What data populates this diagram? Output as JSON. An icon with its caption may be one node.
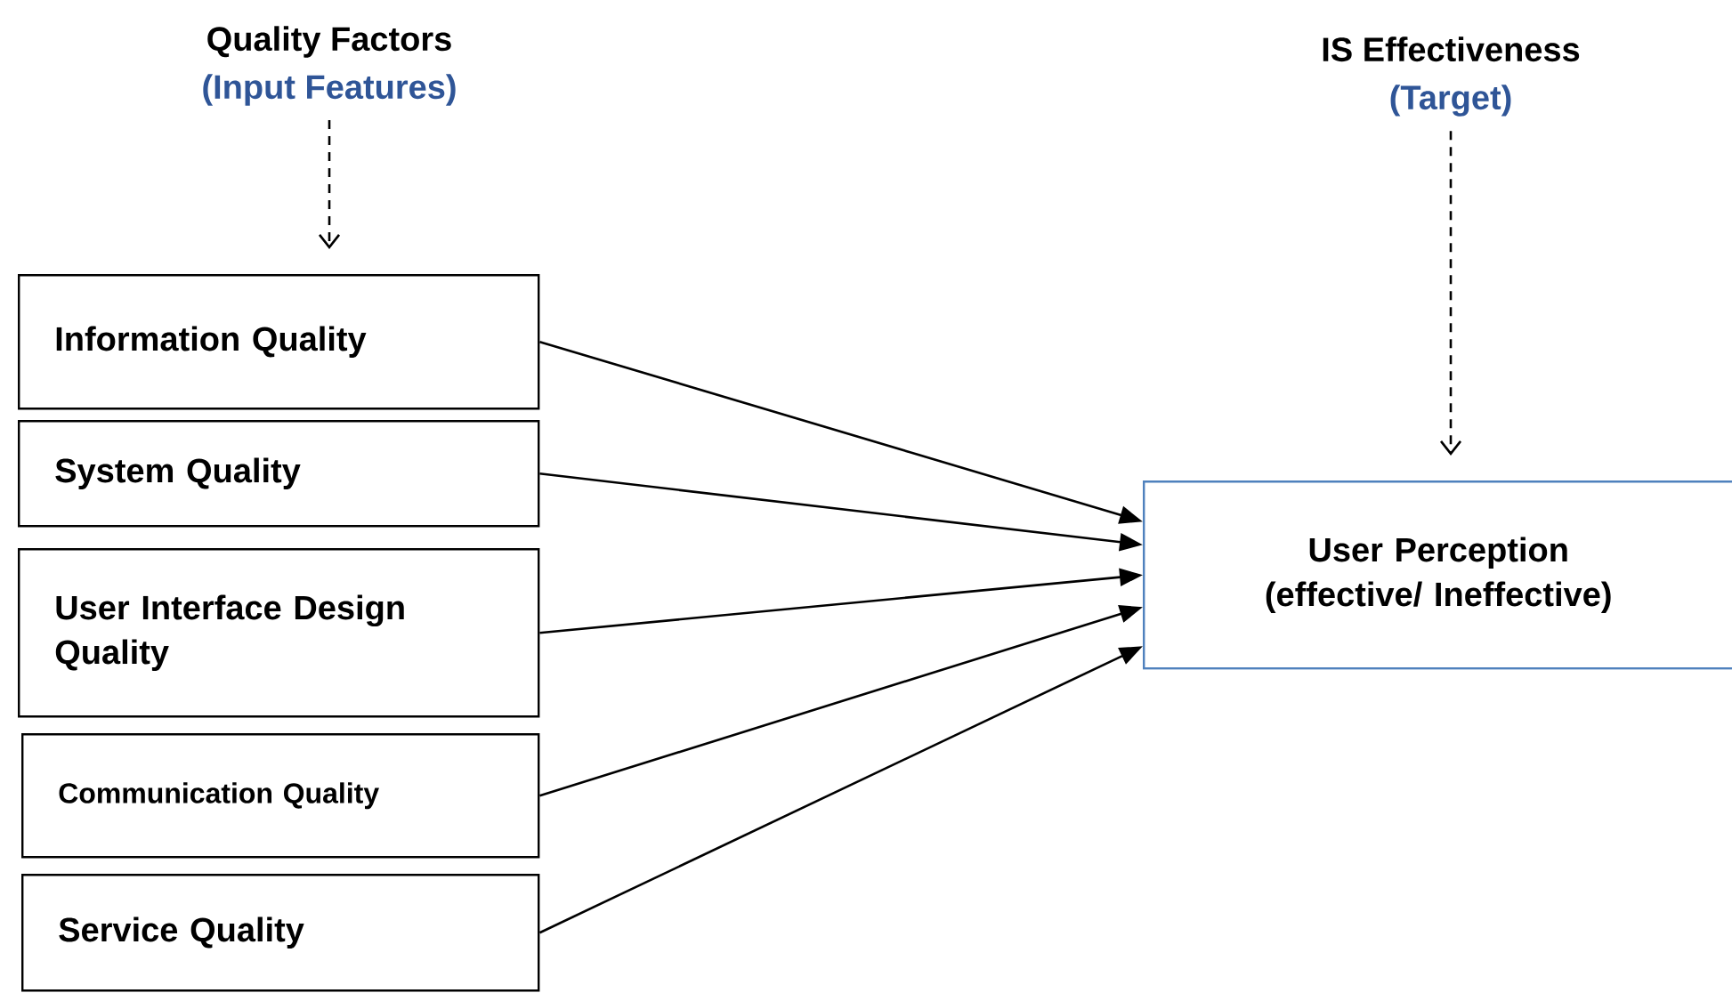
{
  "diagram": {
    "nodes": [
      {
        "text": [
          "Quality Factors",
          "(Input Features)"
        ]
      },
      {
        "text": [
          "IS Effectiveness",
          "(Target)"
        ]
      },
      {
        "text": [
          "Information Quality"
        ]
      },
      {
        "text": [
          "System Quality"
        ]
      },
      {
        "text": [
          "User Interface Design Quality"
        ]
      },
      {
        "text": [
          "Communication Quality"
        ]
      },
      {
        "text": [
          "Service Quality"
        ]
      },
      {
        "text": [
          "User Perception (effective/ Ineffective)"
        ]
      }
    ],
    "edges": [
      {
        "from": 0,
        "to": 2,
        "arrow": "to",
        "style": "dashed"
      },
      {
        "from": 1,
        "to": 7,
        "arrow": "to",
        "style": "dashed"
      },
      {
        "from": 2,
        "to": 7,
        "arrow": "to"
      },
      {
        "from": 3,
        "to": 7,
        "arrow": "to"
      },
      {
        "from": 4,
        "to": 7,
        "arrow": "to"
      },
      {
        "from": 5,
        "to": 7,
        "arrow": "to"
      },
      {
        "from": 6,
        "to": 7,
        "arrow": "to"
      }
    ]
  }
}
